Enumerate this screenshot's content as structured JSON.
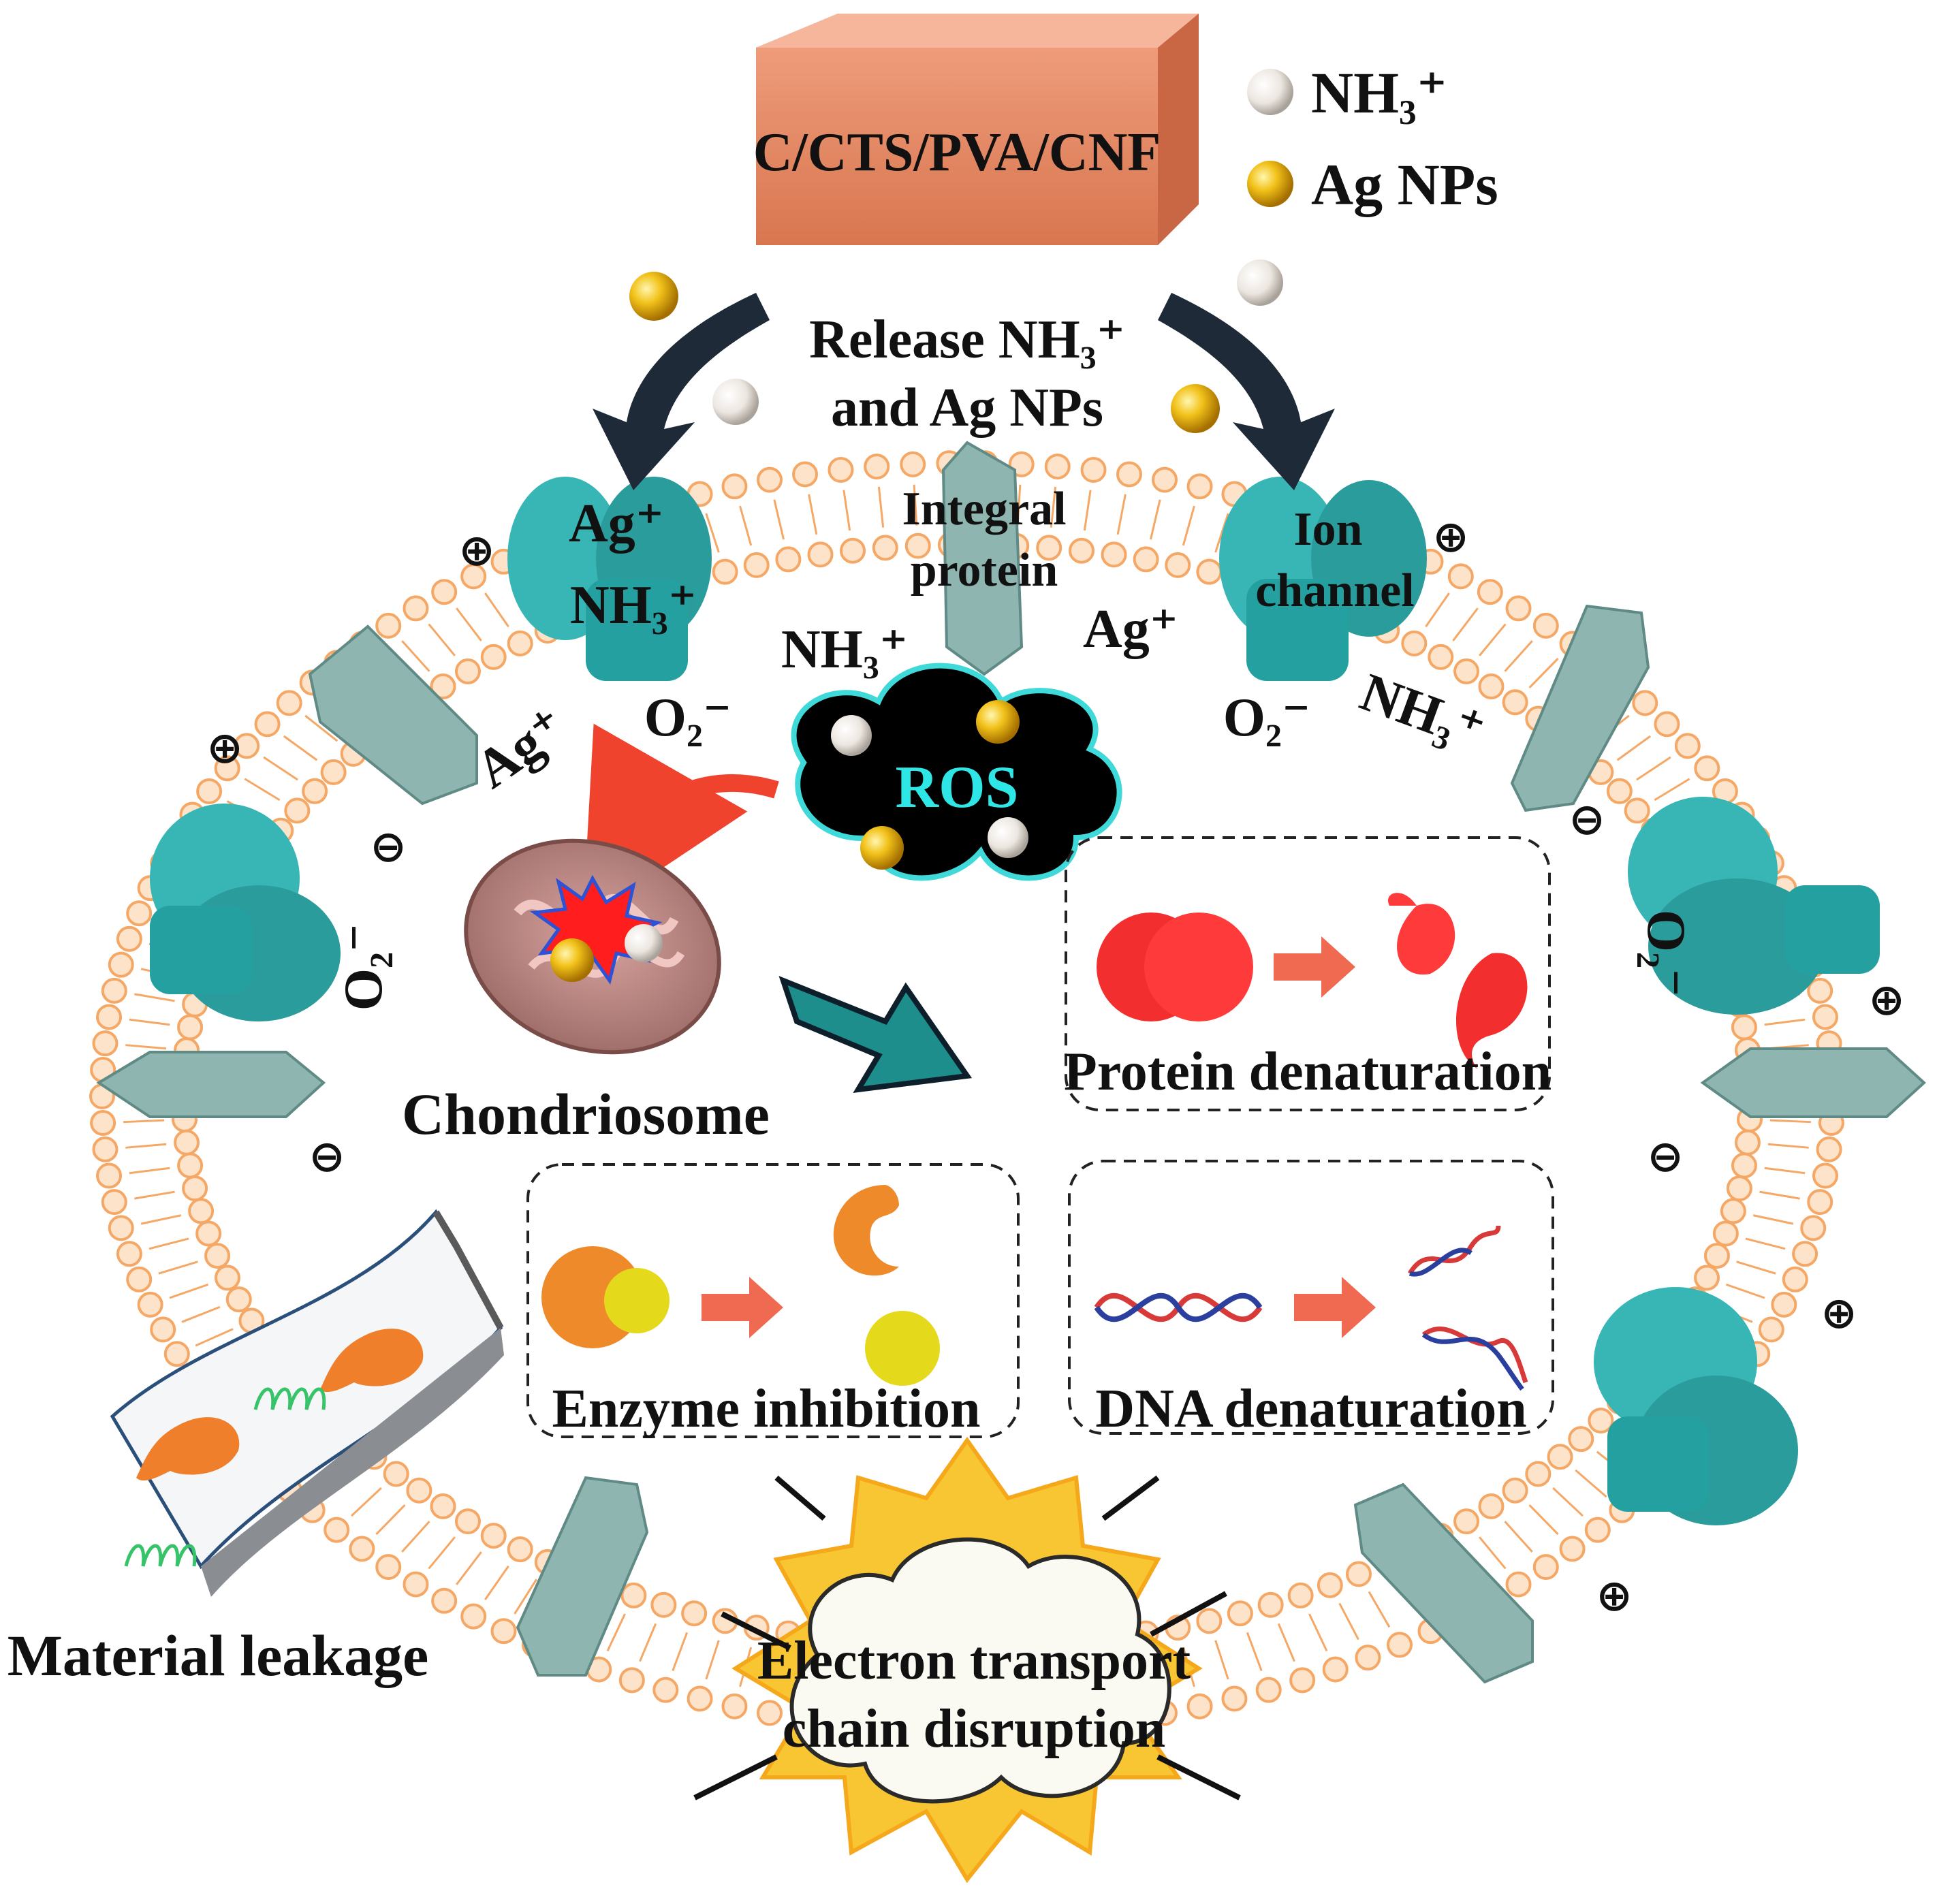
{
  "material": {
    "label": "C/CTS/PVA/CNF",
    "color": "#e8896a"
  },
  "legend": {
    "items": [
      {
        "label": "NH₃⁺",
        "particle": "white-sphere",
        "color": "#efe9e4"
      },
      {
        "label": "Ag NPs",
        "particle": "gold-sphere",
        "color": "#e8b40c"
      }
    ]
  },
  "release": {
    "line1": "Release NH₃⁺",
    "line2": "and Ag NPs"
  },
  "membrane": {
    "ion_labels": {
      "ag": "Ag⁺",
      "nh3": "NH₃⁺",
      "o2": "O₂⁻"
    },
    "integral_protein": {
      "line1": "Integral",
      "line2": "protein"
    },
    "ion_channel": {
      "line1": "Ion",
      "line2": "channel"
    },
    "colors": {
      "lipid": "#f5a866",
      "channel": "#2aa7a7",
      "integral": "#8fb5b0"
    }
  },
  "charges": {
    "plus": "⊕",
    "minus": "⊖"
  },
  "ros": {
    "label": "ROS"
  },
  "chondriosome": {
    "label": "Chondriosome"
  },
  "effects": {
    "protein": "Protein denaturation",
    "enzyme": "Enzyme inhibition",
    "dna": "DNA denaturation",
    "leakage": "Material leakage",
    "electron": {
      "line1": "Electron transport",
      "line2": "chain disruption"
    }
  }
}
